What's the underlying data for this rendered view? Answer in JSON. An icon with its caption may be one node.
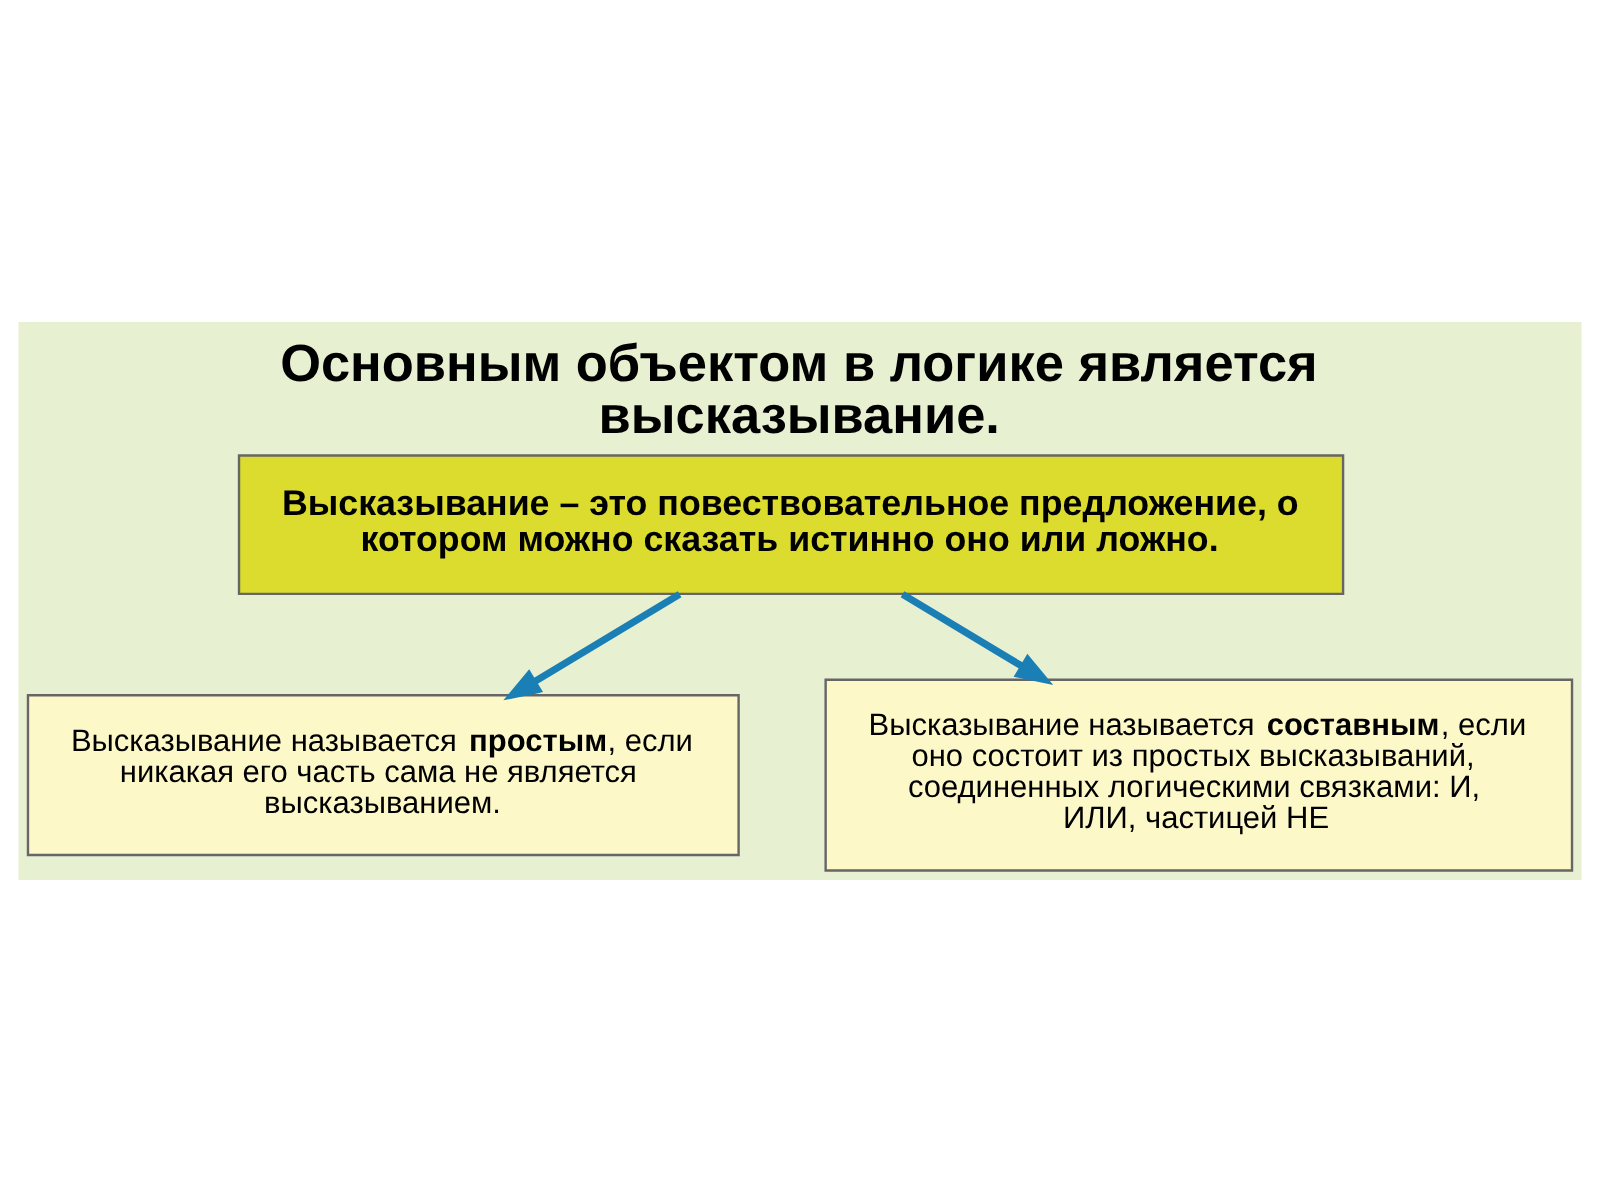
{
  "diagram": {
    "title": "Основным объектом в логике является высказывание.",
    "nodes": [
      {
        "text": [
          "Высказывание – это повествовательное предложение, о котором можно сказать истинно оно или ложно."
        ]
      },
      {
        "text": [
          "Высказывание называется **простым**, если никакая его часть сама не является высказыванием."
        ]
      },
      {
        "text": [
          "Высказывание называется **составным**, если оно состоит из простых высказываний, соединенных логическими связками: И, ИЛИ, частицей НЕ"
        ]
      }
    ],
    "edges": [
      {
        "from": 0,
        "to": 1,
        "arrow": "to"
      },
      {
        "from": 0,
        "to": 2,
        "arrow": "to"
      }
    ]
  }
}
